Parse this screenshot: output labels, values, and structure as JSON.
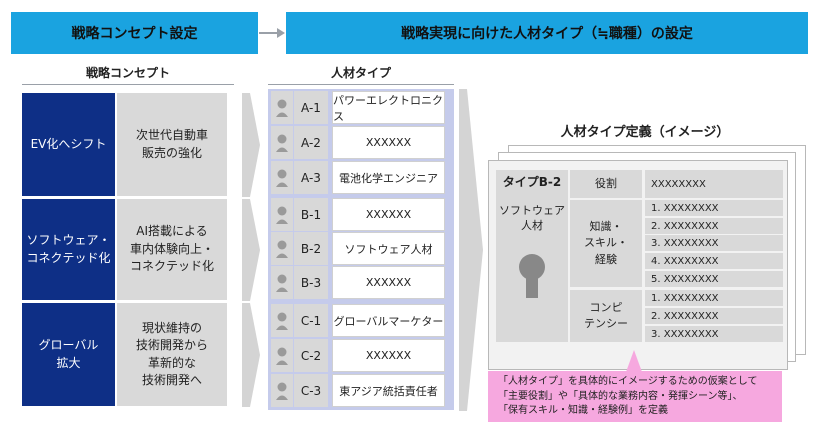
{
  "headers": {
    "left": "戦略コンセプト設定",
    "right": "戦略実現に向けた人材タイプ（≒職種）の設定"
  },
  "concept": {
    "title": "戦略コンセプト",
    "rows": [
      {
        "theme": "EV化へシフト",
        "detail": "次世代自動車\n販売の強化"
      },
      {
        "theme": "ソフトウェア・\nコネクテッド化",
        "detail": "AI搭載による\n車内体験向上・\nコネクテッド化"
      },
      {
        "theme": "グローバル\n拡大",
        "detail": "現状維持の\n技術開発から\n革新的な\n技術開発へ"
      }
    ]
  },
  "talent": {
    "title": "人材タイプ",
    "groups": [
      [
        {
          "code": "A-1",
          "name": "パワーエレクトロニクス"
        },
        {
          "code": "A-2",
          "name": "XXXXXX"
        },
        {
          "code": "A-3",
          "name": "電池化学エンジニア"
        }
      ],
      [
        {
          "code": "B-1",
          "name": "XXXXXX"
        },
        {
          "code": "B-2",
          "name": "ソフトウェア人材"
        },
        {
          "code": "B-3",
          "name": "XXXXXX"
        }
      ],
      [
        {
          "code": "C-1",
          "name": "グローバルマーケター"
        },
        {
          "code": "C-2",
          "name": "XXXXXX"
        },
        {
          "code": "C-3",
          "name": "東アジア統括責任者"
        }
      ]
    ]
  },
  "definition": {
    "title": "人材タイプ定義（イメージ）",
    "type_label": "タイプB-2",
    "type_name": "ソフトウェア\n人材",
    "role_label": "役割",
    "role_value": "XXXXXXXX",
    "skills_label": "知識・\nスキル・\n経験",
    "skills": [
      "1. XXXXXXXX",
      "2. XXXXXXXX",
      "3. XXXXXXXX",
      "4. XXXXXXXX",
      "5. XXXXXXXX"
    ],
    "competency_label": "コンピ\nテンシー",
    "competencies": [
      "1. XXXXXXXX",
      "2. XXXXXXXX",
      "3. XXXXXXXX"
    ]
  },
  "callout": {
    "lines": [
      "「人材タイプ」を具体的にイメージするための仮案として",
      "「主要役割」や「具体的な業務内容・発揮シーン等」、",
      "「保有スキル・知識・経験例」を定義"
    ]
  },
  "colors": {
    "header": "#1aa3e0",
    "navy": "#0e2f86",
    "callout": "#f6a8df",
    "lavender": "#c5cbeb"
  }
}
